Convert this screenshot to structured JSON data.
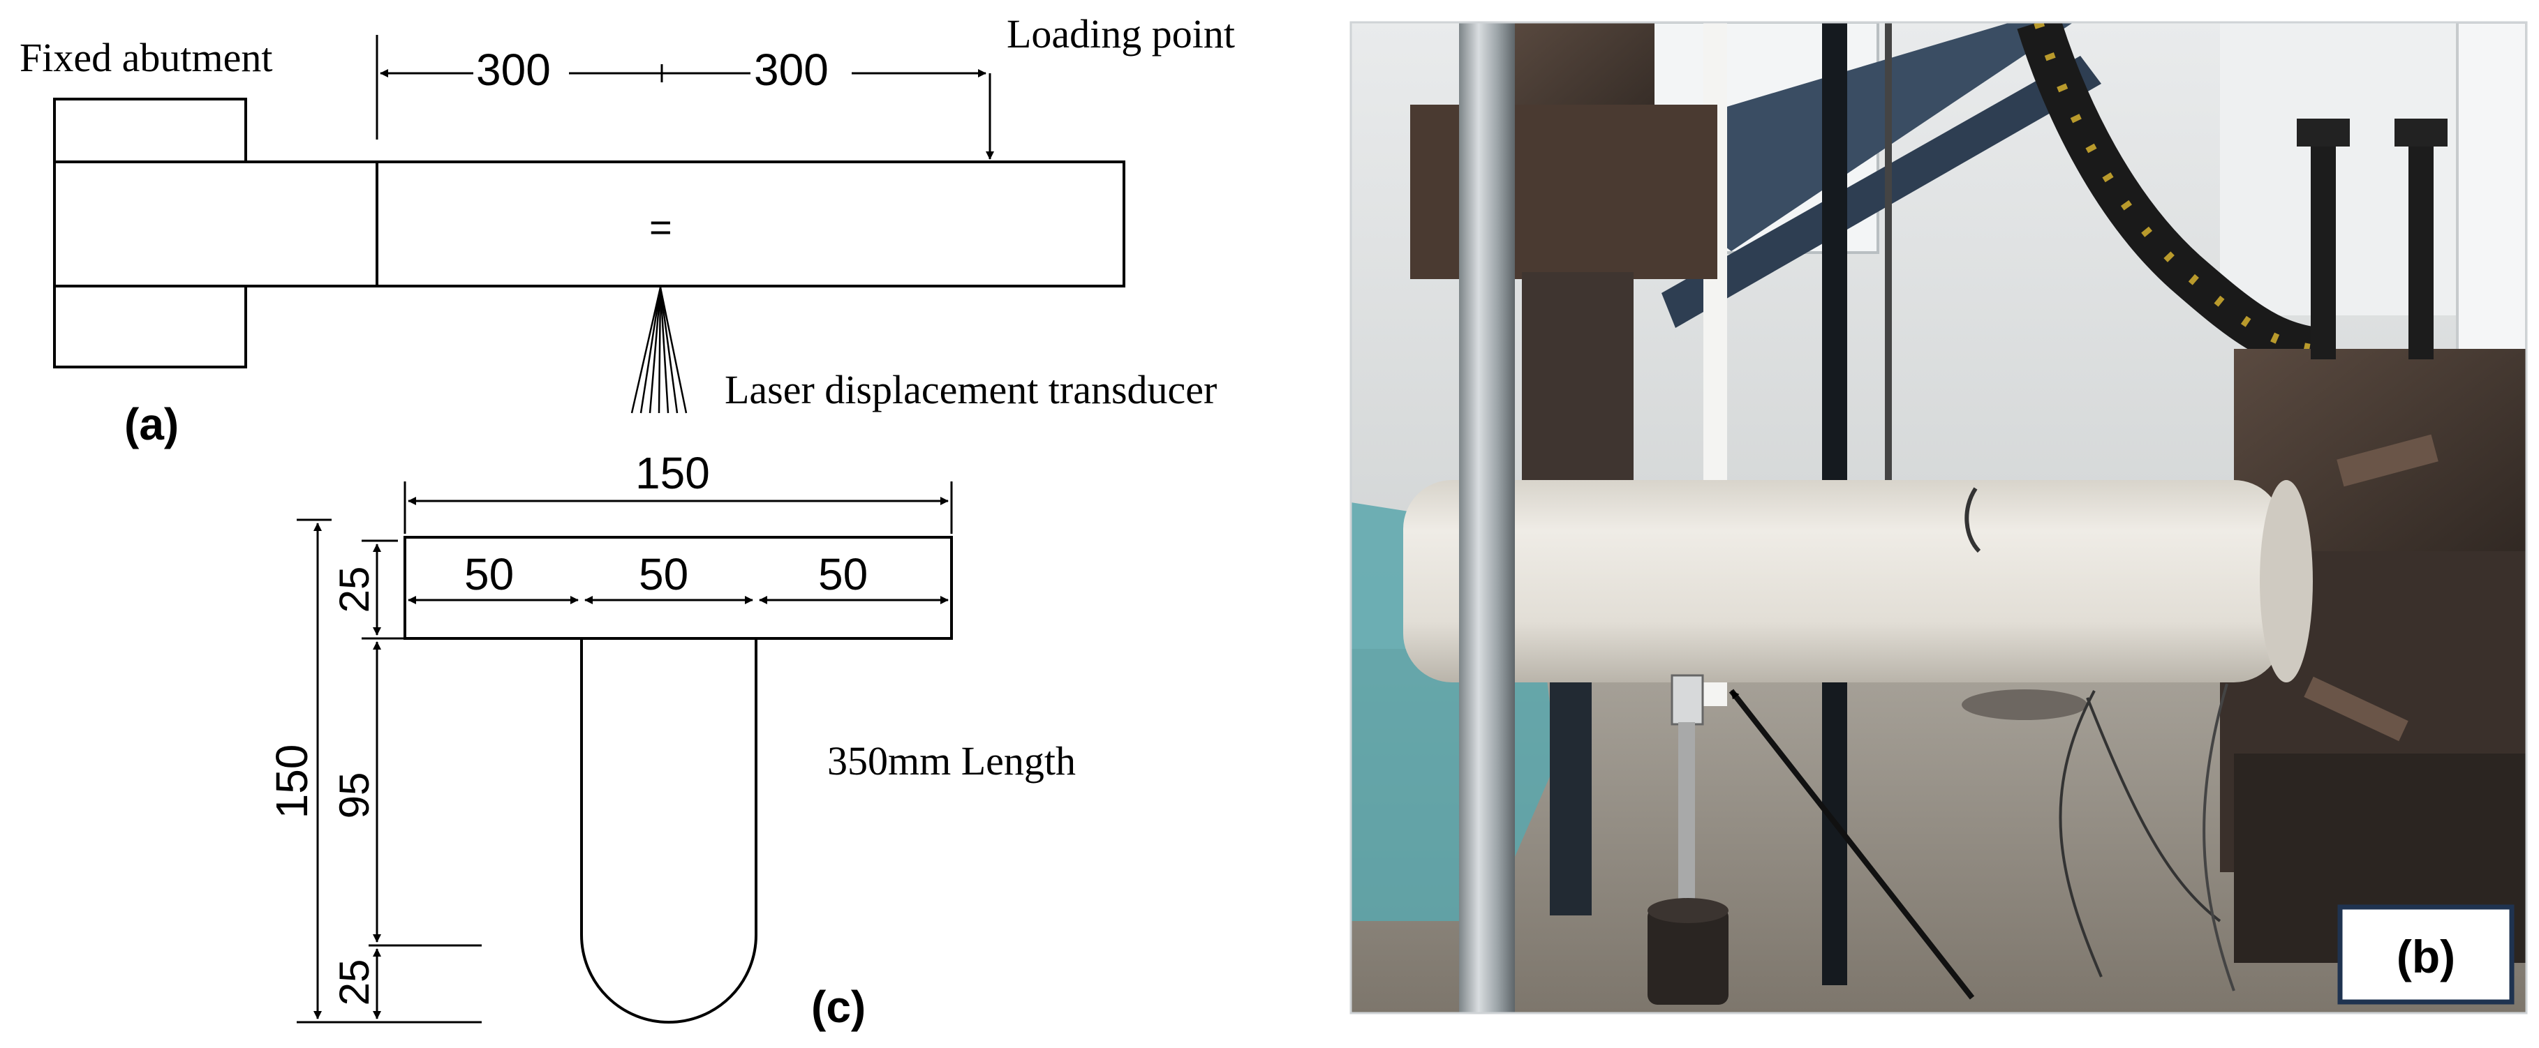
{
  "panel_a": {
    "label": "(a)",
    "fixed_abutment": "Fixed abutment",
    "loading_point": "Loading point",
    "dim_left": "300",
    "dim_right": "300",
    "center_mark": "=",
    "transducer": "Laser displacement transducer"
  },
  "panel_c": {
    "label": "(c)",
    "top_width": "150",
    "flange_left": "50",
    "flange_mid": "50",
    "flange_right": "50",
    "total_height": "150",
    "flange_height": "25",
    "web_height": "95",
    "bottom_height": "25",
    "length_note": "350mm Length"
  },
  "panel_b": {
    "label": "(b)"
  },
  "colors": {
    "line": "#000000",
    "photo_frame": "#1f3350",
    "specimen": "#e6e1d8",
    "steel_dark": "#3b3330"
  }
}
